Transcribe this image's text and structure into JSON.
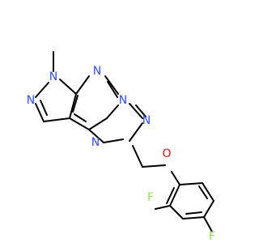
{
  "molecule": {
    "colors": {
      "bond": "#000000",
      "N": "#3050f8",
      "O": "#ff0d0d",
      "F": "#90e050",
      "background": "#ffffff"
    },
    "atoms": [
      {
        "id": "n_pyr1",
        "label": "N",
        "element": "N"
      },
      {
        "id": "n_pyr2",
        "label": "N",
        "element": "N"
      },
      {
        "id": "n_pym1",
        "label": "N",
        "element": "N"
      },
      {
        "id": "n_bridge",
        "label": "N",
        "element": "N"
      },
      {
        "id": "n_trz1",
        "label": "N",
        "element": "N"
      },
      {
        "id": "n_trz2",
        "label": "N",
        "element": "N"
      },
      {
        "id": "o_ether",
        "label": "O",
        "element": "O"
      },
      {
        "id": "f_ortho",
        "label": "F",
        "element": "F"
      },
      {
        "id": "f_para",
        "label": "F",
        "element": "F"
      }
    ]
  }
}
